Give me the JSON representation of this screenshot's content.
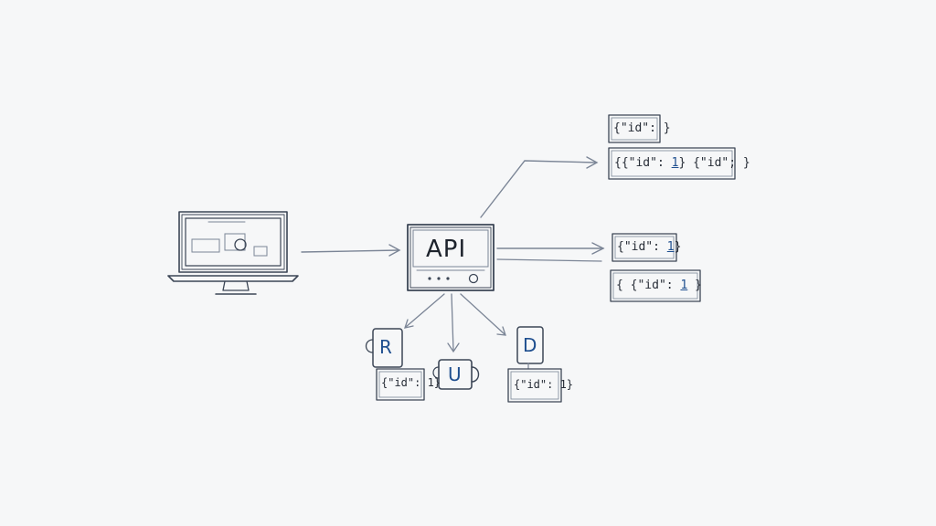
{
  "api": {
    "label": "API"
  },
  "responses": [
    {
      "text": "{\"id\": }"
    },
    {
      "prefix": "{{\"id\": ",
      "num": "1",
      "suffix": "} {\"id\"; }"
    },
    {
      "prefix": "{\"id\": ",
      "num": "1",
      "suffix": "}"
    },
    {
      "prefix": "{ {\"id\": ",
      "num": "1",
      "suffix": " }"
    }
  ],
  "crud": [
    {
      "letter": "R"
    },
    {
      "letter": "U"
    },
    {
      "letter": "D"
    }
  ],
  "crud_payloads": [
    {
      "text": "{\"id\": 1}"
    },
    {
      "text": "{\"id\": 1}"
    }
  ]
}
